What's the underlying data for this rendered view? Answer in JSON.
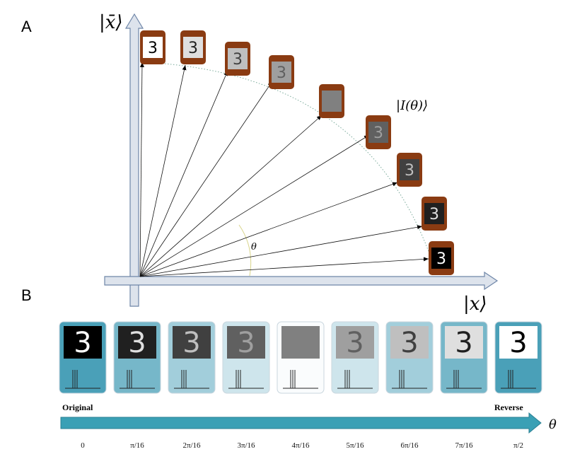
{
  "panel_a": {
    "letter": "A",
    "y_axis_label": "|x̄⟩",
    "x_axis_label": "|x⟩",
    "curve_label": "|I(θ)⟩",
    "angle_label": "θ",
    "digit": "3"
  },
  "panel_b": {
    "letter": "B",
    "row_image_label": "image",
    "row_spikes_label": "spikes",
    "start_label": "Original",
    "end_label": "Reverse",
    "axis_symbol": "θ",
    "digit": "3",
    "steps": [
      {
        "angle": "0",
        "frame": 0.0
      },
      {
        "angle": "π/16",
        "frame": 0.125
      },
      {
        "angle": "2π/16",
        "frame": 0.25
      },
      {
        "angle": "3π/16",
        "frame": 0.375
      },
      {
        "angle": "4π/16",
        "frame": 0.5
      },
      {
        "angle": "5π/16",
        "frame": 0.625
      },
      {
        "angle": "6π/16",
        "frame": 0.75
      },
      {
        "angle": "7π/16",
        "frame": 0.875
      },
      {
        "angle": "π/2",
        "frame": 1.0
      }
    ]
  },
  "colors": {
    "axis_fill": "#dde3ec",
    "axis_stroke": "#6f86a8",
    "frame_brown": "#8a3b12",
    "card_teal": "#4fa3b9",
    "arrow_teal": "#3aa0b5"
  }
}
